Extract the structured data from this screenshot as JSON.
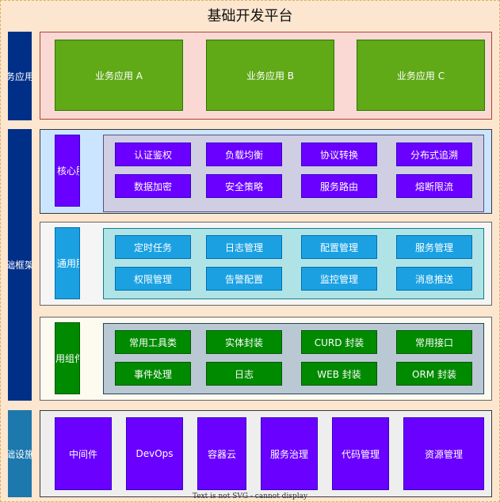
{
  "title": "基础开发平台",
  "layers": {
    "application": {
      "label": "务应用",
      "apps": [
        "业务应用 A",
        "业务应用 B",
        "业务应用 C"
      ]
    },
    "framework": {
      "label": "础框架",
      "core": {
        "label": "核心服务",
        "items": [
          "认证鉴权",
          "负载均衡",
          "协议转换",
          "分布式追溯",
          "数据加密",
          "安全策略",
          "服务路由",
          "熔断限流"
        ]
      },
      "common": {
        "label": "通用服务",
        "items": [
          "定时任务",
          "日志管理",
          "配置管理",
          "服务管理",
          "权限管理",
          "告警配置",
          "监控管理",
          "消息推送"
        ]
      },
      "components": {
        "label": "用组件",
        "items": [
          "常用工具类",
          "实体封装",
          "CURD 封装",
          "常用接口",
          "事件处理",
          "日志",
          "WEB 封装",
          "ORM 封装"
        ]
      }
    },
    "infrastructure": {
      "label": "础设施",
      "items": [
        "中间件",
        "DevOps",
        "容器云",
        "服务治理",
        "代码管理",
        "资源管理"
      ]
    }
  },
  "footer": "Text is not SVG - cannot display",
  "colors": {
    "background": "#fde6cf",
    "purple": "#6a00ff",
    "blue": "#1ba1e2",
    "green": "#008a00",
    "olive": "#60a917",
    "navy": "#002f88",
    "steel": "#1c78ad"
  }
}
